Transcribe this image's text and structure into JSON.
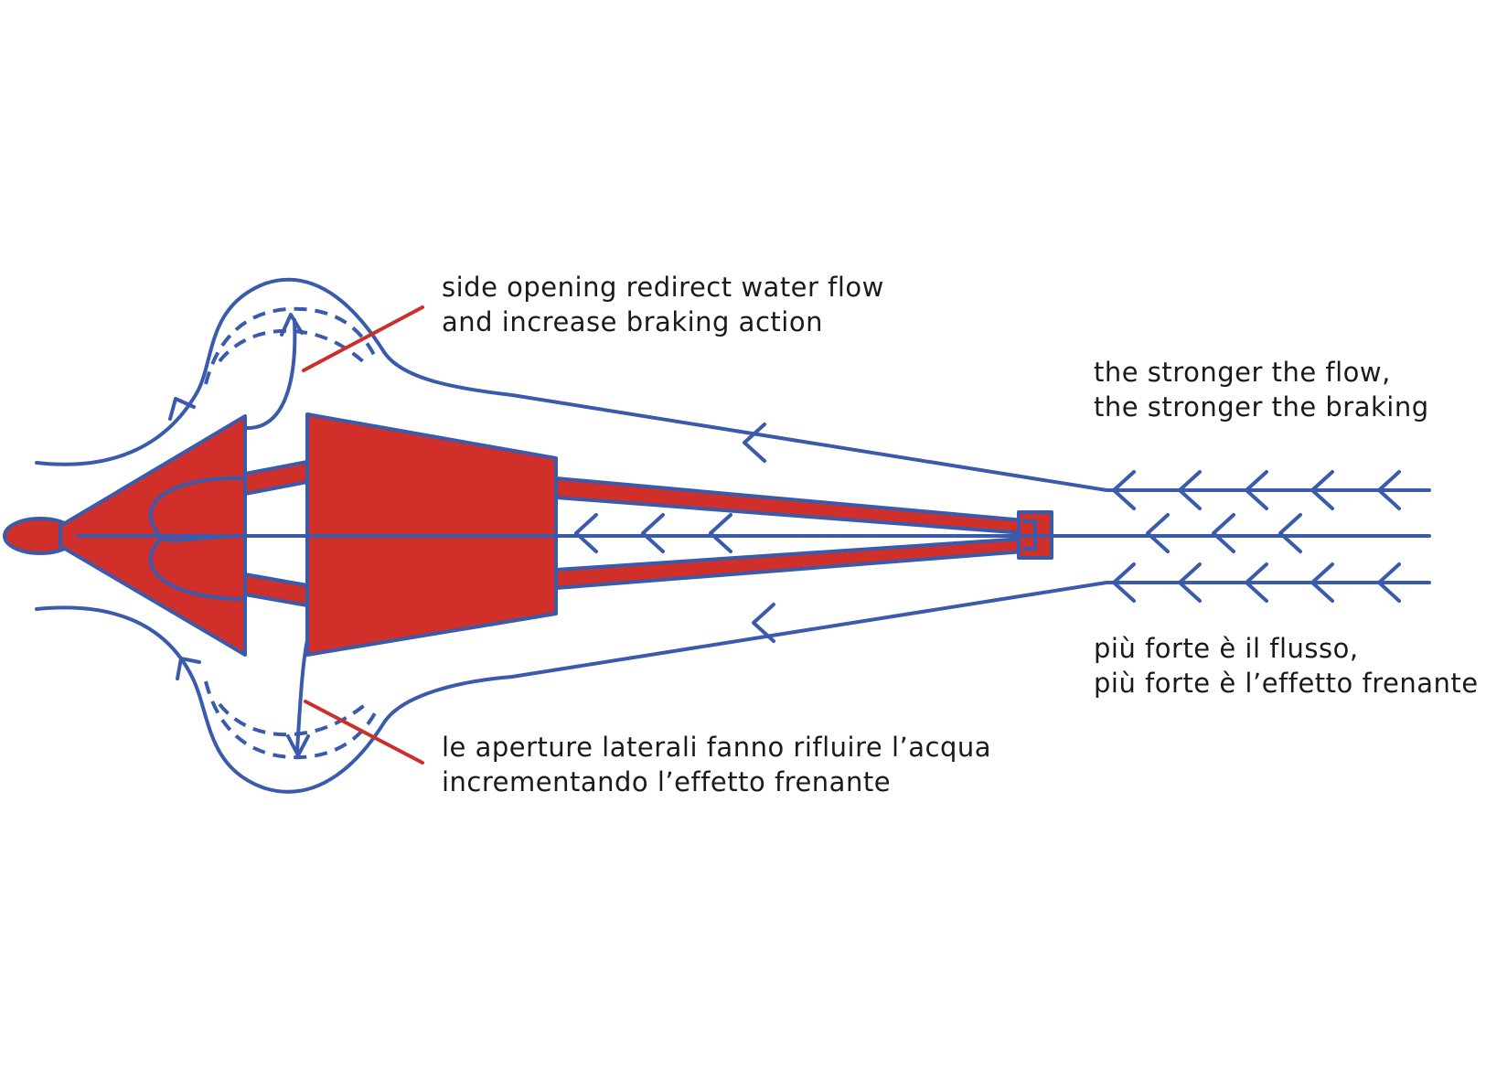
{
  "colors": {
    "flow": "#3a5bab",
    "drogue": "#d1302a",
    "pointer": "#cc2f2a",
    "text": "#1a1a1a"
  },
  "labels": {
    "side_opening_en": [
      "side opening redirect water flow",
      "and increase braking action"
    ],
    "side_opening_it": [
      "le aperture laterali fanno rifluire l’acqua",
      "incrementando l’effetto frenante"
    ],
    "stronger_flow_en": [
      "the stronger the flow,",
      "the stronger the braking"
    ],
    "stronger_flow_it": [
      "più forte è il flusso,",
      "più forte è l’effetto frenante"
    ]
  },
  "icons": {
    "flow_direction": "chevron-left-icon"
  }
}
